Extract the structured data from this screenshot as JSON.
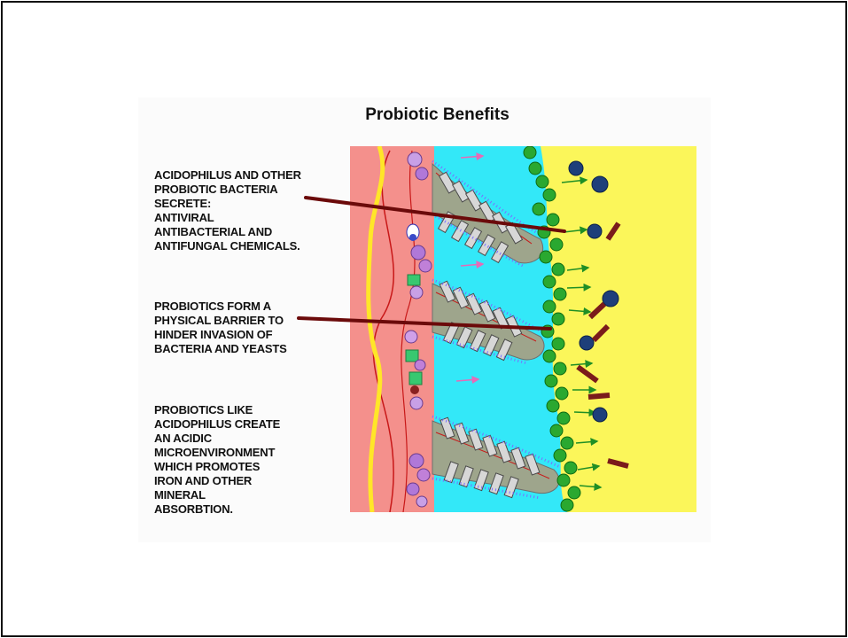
{
  "title": "Probiotic Benefits",
  "labels": {
    "secrete": "ACIDOPHILUS AND OTHER\nPROBIOTIC BACTERIA\nSECRETE:\nANTIVIRAL\nANTIBACTERIAL AND\nANTIFUNGAL CHEMICALS.",
    "barrier": "PROBIOTICS FORM A\nPHYSICAL BARRIER TO\nHINDER INVASION OF\nBACTERIA AND YEASTS",
    "acidic": "PROBIOTICS LIKE\nACIDOPHILUS CREATE\nAN ACIDIC\nMICROENVIRONMENT\nWHICH PROMOTES\nIRON AND OTHER\nMINERAL\nABSORBTION."
  },
  "colors": {
    "tissue": "#f4908c",
    "lumen": "#33e8f8",
    "outside": "#fbf65a",
    "probiotic": "#2aa830",
    "pathogen": "#1e3f7a",
    "rod": "#7a1b1b",
    "pointer": "#6b0a0a",
    "villus_fill": "#9ea58c",
    "cilia": "#5a4dff"
  }
}
